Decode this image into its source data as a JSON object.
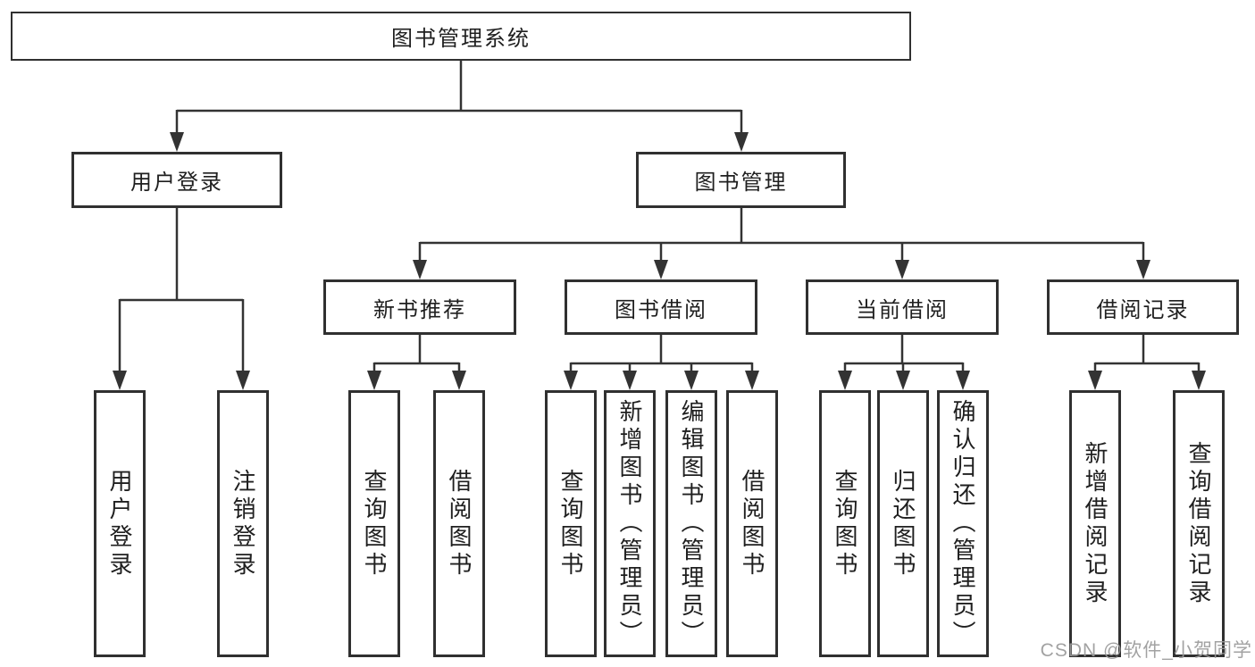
{
  "diagram": {
    "root": {
      "label": "图书管理系统"
    },
    "level2": [
      {
        "label": "用户登录"
      },
      {
        "label": "图书管理"
      }
    ],
    "level3": [
      {
        "label": "新书推荐",
        "parent": "图书管理"
      },
      {
        "label": "图书借阅",
        "parent": "图书管理"
      },
      {
        "label": "当前借阅",
        "parent": "图书管理"
      },
      {
        "label": "借阅记录",
        "parent": "图书管理"
      }
    ],
    "leaves": [
      {
        "label": "用户登录",
        "parent": "用户登录"
      },
      {
        "label": "注销登录",
        "parent": "用户登录"
      },
      {
        "label": "查询图书",
        "parent": "新书推荐"
      },
      {
        "label": "借阅图书",
        "parent": "新书推荐"
      },
      {
        "label": "查询图书",
        "parent": "图书借阅"
      },
      {
        "label": "新增图书（管理员）",
        "parent": "图书借阅"
      },
      {
        "label": "编辑图书（管理员）",
        "parent": "图书借阅"
      },
      {
        "label": "借阅图书",
        "parent": "图书借阅"
      },
      {
        "label": "查询图书",
        "parent": "当前借阅"
      },
      {
        "label": "归还图书",
        "parent": "当前借阅"
      },
      {
        "label": "确认归还（管理员）",
        "parent": "当前借阅"
      },
      {
        "label": "新增借阅记录",
        "parent": "借阅记录"
      },
      {
        "label": "查询借阅记录",
        "parent": "借阅记录"
      }
    ],
    "colors": {
      "line": "#333333",
      "box_border": "#303030",
      "background": "#ffffff",
      "text": "#1f1f1f",
      "watermark": "#9b9b9b"
    }
  },
  "watermark": {
    "text": "CSDN @软件_小贺同学"
  }
}
